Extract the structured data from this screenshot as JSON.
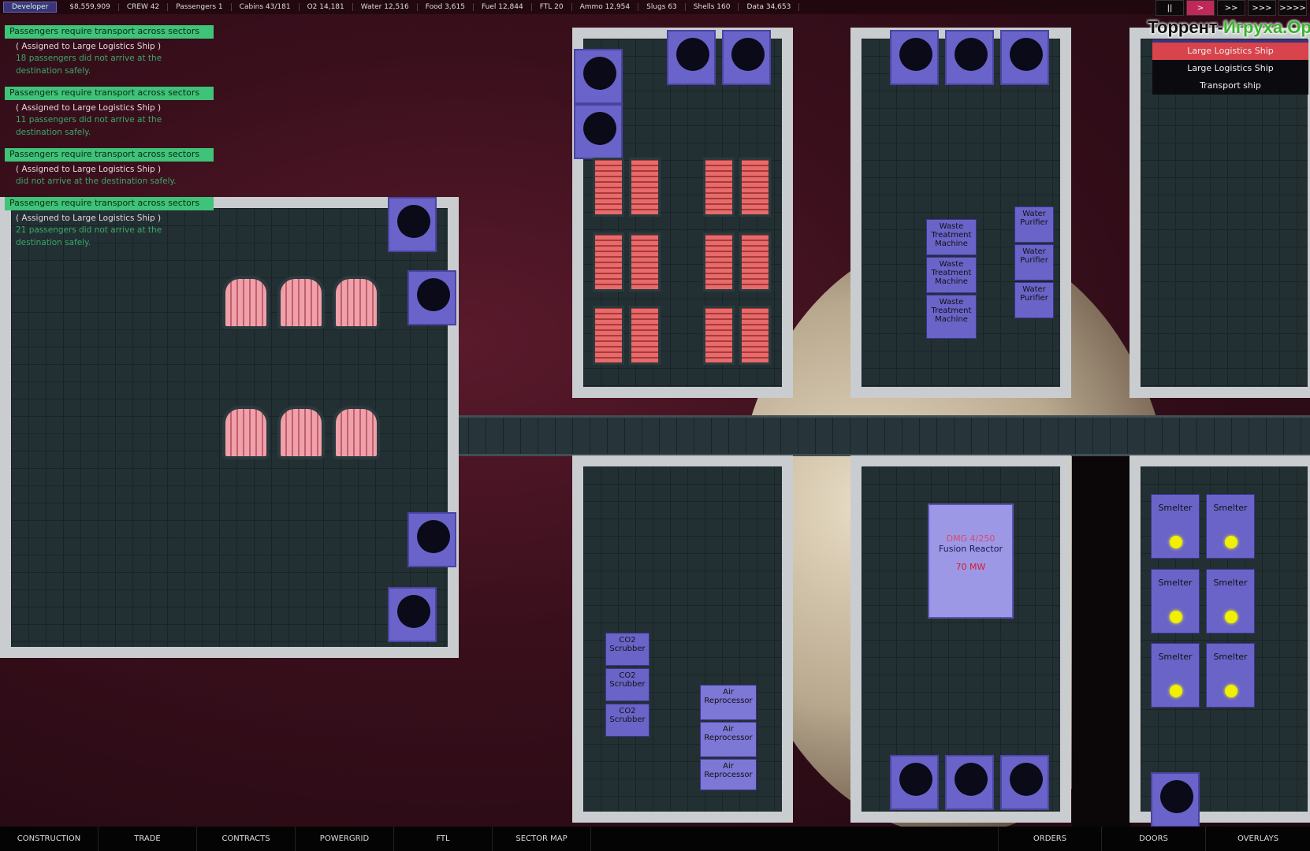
{
  "topbar": {
    "mode": "Developer",
    "stats": [
      "$8,559,909",
      "CREW 42",
      "Passengers 1",
      "Cabins 43/181",
      "O2 14,181",
      "Water 12,516",
      "Food 3,615",
      "Fuel 12,844",
      "FTL 20",
      "Ammo 12,954",
      "Slugs 63",
      "Shells 160",
      "Data 34,653"
    ]
  },
  "speed": [
    "||",
    ">",
    ">>",
    ">>>",
    ">>>>"
  ],
  "ship_menu": {
    "items": [
      "Large Logistics Ship",
      "Large Logistics Ship",
      "Transport ship"
    ],
    "selected": 0
  },
  "watermark": {
    "part1": "Торрент-",
    "part2": "Игруха.Орг"
  },
  "notifications": [
    {
      "title": "Passengers require transport across sectors",
      "assigned": "( Assigned to Large Logistics Ship )",
      "body": "18 passengers did not arrive at the destination safely."
    },
    {
      "title": "Passengers require transport across sectors",
      "assigned": "( Assigned to Large Logistics Ship )",
      "body": "11 passengers did not arrive at the destination safely."
    },
    {
      "title": "Passengers require transport across sectors",
      "assigned": "( Assigned to Large Logistics Ship )",
      "body": "did not arrive at the destination safely."
    },
    {
      "title": "Passengers require transport across sectors",
      "assigned": "( Assigned to Large Logistics Ship )",
      "body": "21 passengers did not arrive at the destination safely."
    }
  ],
  "machines": {
    "waste": "Waste Treatment Machine",
    "water": "Water Purifier",
    "smelter": "Smelter",
    "air": "Air Reprocessor",
    "co2": "CO2 Scrubber"
  },
  "reactor": {
    "dmg": "DMG 4/250",
    "name": "Fusion Reactor",
    "output": "70 MW"
  },
  "bottom_left": [
    "CONSTRUCTION",
    "TRADE",
    "CONTRACTS",
    "POWERGRID",
    "FTL",
    "SECTOR MAP"
  ],
  "bottom_right": [
    "ORDERS",
    "DOORS",
    "OVERLAYS"
  ]
}
